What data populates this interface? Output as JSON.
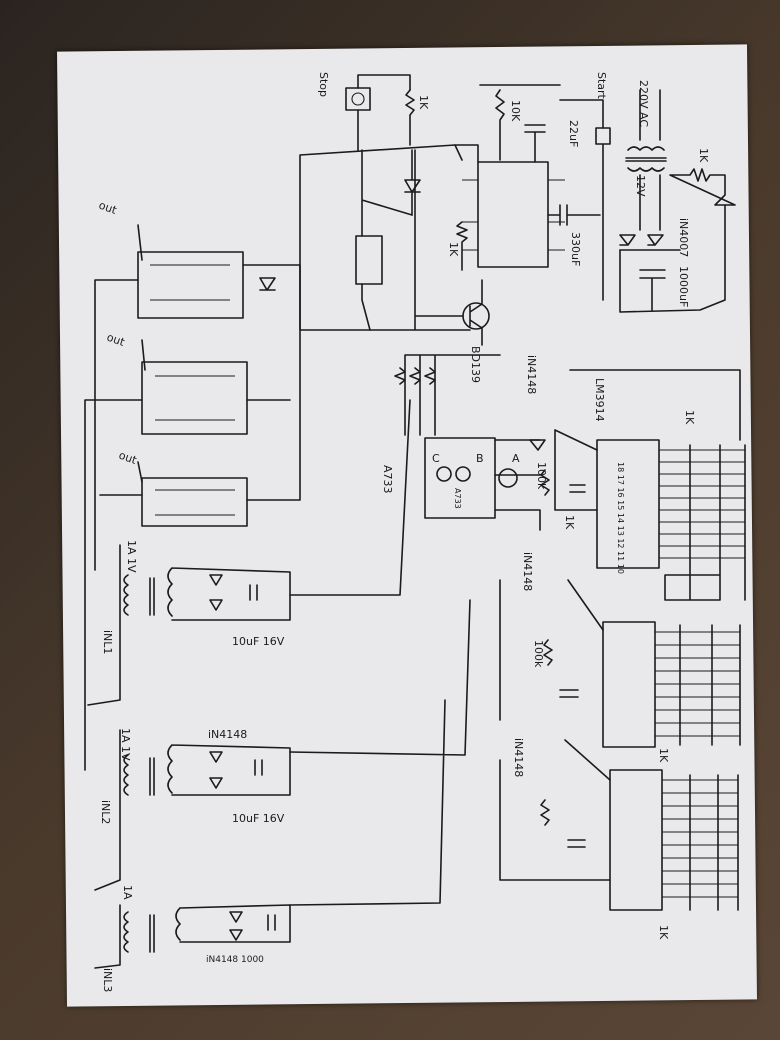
{
  "labels": {
    "supply": "220V AC",
    "trans_12v": "12V",
    "r_top_right": "1K",
    "diode_1n4007": "iN4007",
    "cap_1000uf": "1000uF",
    "start": "Start",
    "stop": "Stop",
    "r_1k_stop": "1K",
    "r_10k": "10K",
    "cap_22uf": "22uF",
    "cap_330uf": "330uF",
    "r_1k_555": "1K",
    "transistor_bd139": "BD139",
    "transistor_a733": "A733",
    "a733_inner": "A733",
    "node_a": "A",
    "node_b": "B",
    "node_c": "C",
    "out1": "out",
    "out2": "out",
    "out3": "out",
    "in4148_1": "iN4148",
    "in4148_2": "iN4148",
    "in4148_3": "iN4148",
    "in4148_bridge2": "iN4148",
    "in4148_bridge3": "iN4148 1000",
    "lm3914": "LM3914",
    "r_100k_1": "100k",
    "r_100k_2": "100k",
    "r_1k_ic1_top": "1K",
    "r_1k_ic1": "1K",
    "r_1k_ic2": "1K",
    "r_1k_ic3": "1K",
    "ct1_rating": "1A 1V",
    "ct2_rating": "1A 1V",
    "ct3_rating": "1A",
    "cap1": "10uF 16V",
    "cap2": "10uF 16V",
    "inl1": "iNL1",
    "inl2": "iNL2",
    "inl3": "iNL3",
    "pins_ic1": "18 17 16 15 14 13 12 11 10"
  }
}
